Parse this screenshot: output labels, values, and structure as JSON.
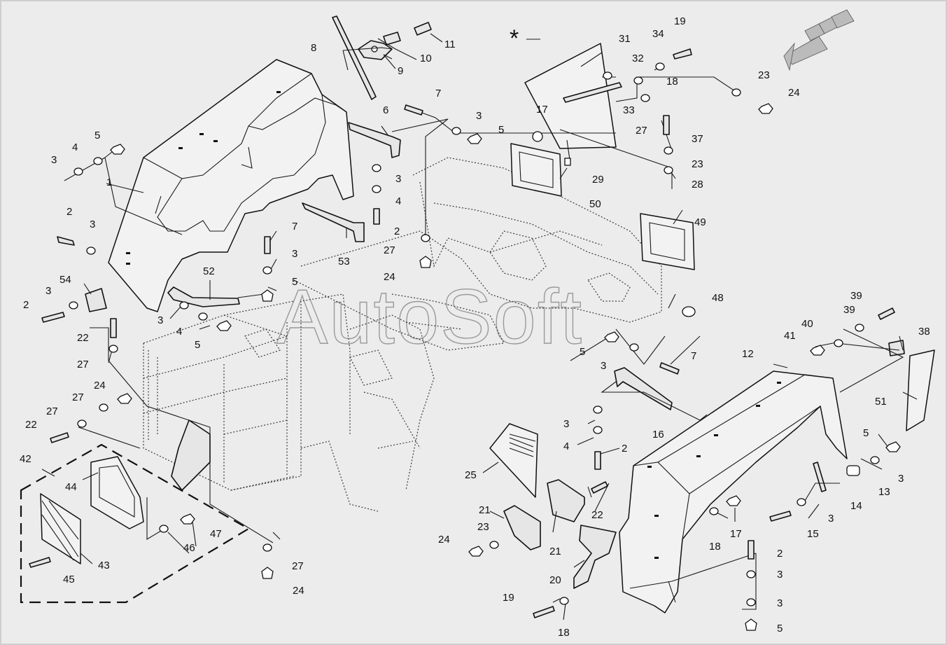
{
  "watermark": "AutoSoft",
  "asterisk": "*",
  "labels": [
    {
      "id": "l1",
      "text": "1"
    },
    {
      "id": "l2a",
      "text": "2"
    },
    {
      "id": "l2b",
      "text": "2"
    },
    {
      "id": "l2c",
      "text": "2"
    },
    {
      "id": "l2d",
      "text": "2"
    },
    {
      "id": "l2e",
      "text": "2"
    },
    {
      "id": "l3a",
      "text": "3"
    },
    {
      "id": "l3b",
      "text": "3"
    },
    {
      "id": "l3c",
      "text": "3"
    },
    {
      "id": "l3d",
      "text": "3"
    },
    {
      "id": "l3e",
      "text": "3"
    },
    {
      "id": "l3f",
      "text": "3"
    },
    {
      "id": "l3g",
      "text": "3"
    },
    {
      "id": "l3h",
      "text": "3"
    },
    {
      "id": "l3i",
      "text": "3"
    },
    {
      "id": "l3j",
      "text": "3"
    },
    {
      "id": "l3k",
      "text": "3"
    },
    {
      "id": "l3l",
      "text": "3"
    },
    {
      "id": "l3m",
      "text": "3"
    },
    {
      "id": "l4a",
      "text": "4"
    },
    {
      "id": "l4b",
      "text": "4"
    },
    {
      "id": "l4c",
      "text": "4"
    },
    {
      "id": "l4d",
      "text": "4"
    },
    {
      "id": "l5a",
      "text": "5"
    },
    {
      "id": "l5b",
      "text": "5"
    },
    {
      "id": "l5c",
      "text": "5"
    },
    {
      "id": "l5d",
      "text": "5"
    },
    {
      "id": "l5e",
      "text": "5"
    },
    {
      "id": "l5f",
      "text": "5"
    },
    {
      "id": "l5g",
      "text": "5"
    },
    {
      "id": "l6",
      "text": "6"
    },
    {
      "id": "l7a",
      "text": "7"
    },
    {
      "id": "l7b",
      "text": "7"
    },
    {
      "id": "l7c",
      "text": "7"
    },
    {
      "id": "l8",
      "text": "8"
    },
    {
      "id": "l9",
      "text": "9"
    },
    {
      "id": "l10",
      "text": "10"
    },
    {
      "id": "l11",
      "text": "11"
    },
    {
      "id": "l12",
      "text": "12"
    },
    {
      "id": "l13",
      "text": "13"
    },
    {
      "id": "l14",
      "text": "14"
    },
    {
      "id": "l15",
      "text": "15"
    },
    {
      "id": "l16",
      "text": "16"
    },
    {
      "id": "l17a",
      "text": "17"
    },
    {
      "id": "l17b",
      "text": "17"
    },
    {
      "id": "l18a",
      "text": "18"
    },
    {
      "id": "l18b",
      "text": "18"
    },
    {
      "id": "l18c",
      "text": "18"
    },
    {
      "id": "l19a",
      "text": "19"
    },
    {
      "id": "l19b",
      "text": "19"
    },
    {
      "id": "l20",
      "text": "20"
    },
    {
      "id": "l21a",
      "text": "21"
    },
    {
      "id": "l21b",
      "text": "21"
    },
    {
      "id": "l22a",
      "text": "22"
    },
    {
      "id": "l22b",
      "text": "22"
    },
    {
      "id": "l22c",
      "text": "22"
    },
    {
      "id": "l23a",
      "text": "23"
    },
    {
      "id": "l23b",
      "text": "23"
    },
    {
      "id": "l23c",
      "text": "23"
    },
    {
      "id": "l24a",
      "text": "24"
    },
    {
      "id": "l24b",
      "text": "24"
    },
    {
      "id": "l24c",
      "text": "24"
    },
    {
      "id": "l24d",
      "text": "24"
    },
    {
      "id": "l24e",
      "text": "24"
    },
    {
      "id": "l25",
      "text": "25"
    },
    {
      "id": "l27a",
      "text": "27"
    },
    {
      "id": "l27b",
      "text": "27"
    },
    {
      "id": "l27c",
      "text": "27"
    },
    {
      "id": "l27d",
      "text": "27"
    },
    {
      "id": "l27e",
      "text": "27"
    },
    {
      "id": "l27f",
      "text": "27"
    },
    {
      "id": "l28",
      "text": "28"
    },
    {
      "id": "l29",
      "text": "29"
    },
    {
      "id": "l31",
      "text": "31"
    },
    {
      "id": "l32",
      "text": "32"
    },
    {
      "id": "l33",
      "text": "33"
    },
    {
      "id": "l34",
      "text": "34"
    },
    {
      "id": "l37",
      "text": "37"
    },
    {
      "id": "l38",
      "text": "38"
    },
    {
      "id": "l39a",
      "text": "39"
    },
    {
      "id": "l39b",
      "text": "39"
    },
    {
      "id": "l40",
      "text": "40"
    },
    {
      "id": "l41",
      "text": "41"
    },
    {
      "id": "l42",
      "text": "42"
    },
    {
      "id": "l43",
      "text": "43"
    },
    {
      "id": "l44",
      "text": "44"
    },
    {
      "id": "l45",
      "text": "45"
    },
    {
      "id": "l46",
      "text": "46"
    },
    {
      "id": "l47",
      "text": "47"
    },
    {
      "id": "l48",
      "text": "48"
    },
    {
      "id": "l49",
      "text": "49"
    },
    {
      "id": "l50",
      "text": "50"
    },
    {
      "id": "l51",
      "text": "51"
    },
    {
      "id": "l52",
      "text": "52"
    },
    {
      "id": "l53",
      "text": "53"
    },
    {
      "id": "l54",
      "text": "54"
    }
  ]
}
